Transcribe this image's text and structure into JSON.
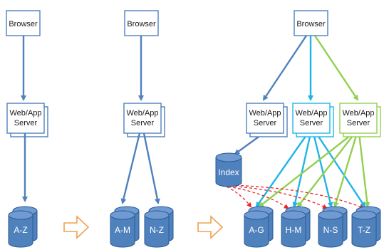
{
  "colors": {
    "blue_edge": "#4f81bd",
    "cyan_edge": "#1fb5e6",
    "green_edge": "#92d050",
    "db_fill": "#4f81bd",
    "db_stroke": "#2a5a95",
    "arrow_outline": "#f0a050",
    "index_arrow": "#e8282a"
  },
  "stage1": {
    "browser": "Browser",
    "server_line1": "Web/App",
    "server_line2": "Server",
    "db": "A-Z"
  },
  "stage2": {
    "browser": "Browser",
    "server_line1": "Web/App",
    "server_line2": "Server",
    "db1": "A-M",
    "db2": "N-Z"
  },
  "stage3": {
    "browser": "Browser",
    "servers": [
      {
        "line1": "Web/App",
        "line2": "Server"
      },
      {
        "line1": "Web/App",
        "line2": "Server"
      },
      {
        "line1": "Web/App",
        "line2": "Server"
      }
    ],
    "index": "Index",
    "dbs": [
      "A-G",
      "H-M",
      "N-S",
      "T-Z"
    ]
  }
}
